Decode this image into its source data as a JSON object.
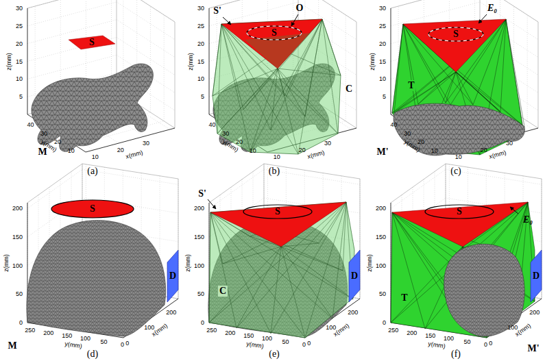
{
  "diagram": {
    "labels": [
      "30",
      "25",
      "20",
      "15",
      "10",
      "5",
      "z(mm)",
      "40",
      "30",
      "20",
      "10",
      "y(mm)",
      "10",
      "20",
      "30",
      "x(mm)",
      "S",
      "M",
      "(a)",
      "30",
      "25",
      "20",
      "15",
      "10",
      "5",
      "z(mm)",
      "40",
      "30",
      "20",
      "10",
      "y(mm)",
      "10",
      "20",
      "30",
      "x(mm)",
      "S'",
      "O",
      "S",
      "C",
      "(b)",
      "30",
      "25",
      "20",
      "15",
      "10",
      "5",
      "z(mm)",
      "40",
      "30",
      "20",
      "10",
      "y(mm)",
      "10",
      "20",
      "30",
      "x(mm)",
      "E₀",
      "S",
      "T",
      "M'",
      "(c)",
      "200",
      "150",
      "100",
      "50",
      "0",
      "z(mm)",
      "250",
      "200",
      "150",
      "100",
      "50",
      "0",
      "y(mm)",
      "0",
      "100",
      "200",
      "x(mm)",
      "S",
      "D",
      "M",
      "(d)",
      "200",
      "150",
      "100",
      "50",
      "0",
      "z(mm)",
      "250",
      "200",
      "150",
      "100",
      "50",
      "0",
      "y(mm)",
      "0",
      "100",
      "200",
      "x(mm)",
      "S'",
      "S",
      "C",
      "D",
      "(e)",
      "200",
      "150",
      "100",
      "50",
      "0",
      "z(mm)",
      "250",
      "200",
      "150",
      "100",
      "50",
      "0",
      "y(mm)",
      "0",
      "100",
      "200",
      "x(mm)",
      "E₀",
      "S",
      "D",
      "T",
      "M'",
      "(f)"
    ]
  }
}
